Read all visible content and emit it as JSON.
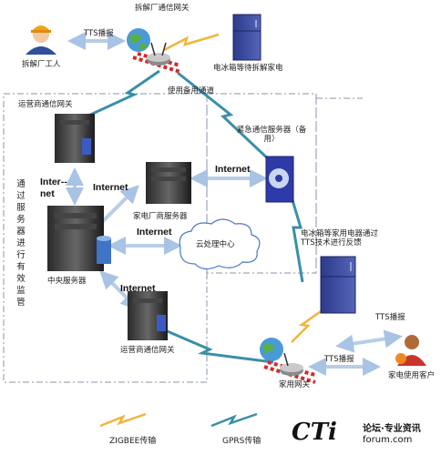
{
  "nodes": {
    "worker": "拆解厂工人",
    "gateway_top": "拆解厂通信网关",
    "fridge_top": "电冰箱等待拆解家电",
    "carrier_gw_top": "运营商通信网关",
    "emergency_server": "紧急通信服务器（备用）",
    "manufacturer_server": "家电厂商服务器",
    "central_server": "中央服务器",
    "cloud": "云处理中心",
    "fridge_bottom": "电冰箱等家用电器通过TTS技术进行反馈",
    "carrier_gw_bottom": "运营商通信网关",
    "home_gateway": "家用网关",
    "customer": "家电使用客户"
  },
  "links": {
    "tts1": "TTS播报",
    "backup": "使用备用通道",
    "internet_emergency": "Internet",
    "internet_manufacturer": "Internet",
    "internet_cloud": "Internet",
    "internet_bottom": "Internet",
    "internet_left": "Inter--net",
    "tts2": "TTS播报",
    "tts3": "TTS播报"
  },
  "side_note": "通过服务器进行有效监管",
  "legend": {
    "zigbee": "ZIGBEE传输",
    "gprs": "GPRS传输"
  },
  "colors": {
    "zigbee": "#f2b53a",
    "gprs": "#3a8fa8",
    "arrow": "#c8d8ee",
    "dash": "#8a94a8"
  },
  "watermark": {
    "brand": "CTi",
    "text1": "论坛·专业资讯",
    "text2": "forum.com"
  }
}
